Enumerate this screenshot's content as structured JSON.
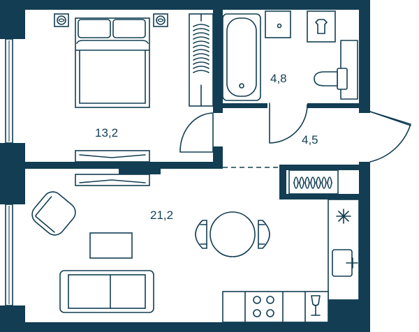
{
  "plan": {
    "rooms": [
      {
        "id": "bedroom",
        "area": "13,2"
      },
      {
        "id": "living-room",
        "area": "21,2"
      },
      {
        "id": "bathroom",
        "area": "4,8"
      },
      {
        "id": "hallway",
        "area": "4,5"
      }
    ]
  },
  "colors": {
    "wall": "#123d52",
    "background": "#ffffff"
  }
}
